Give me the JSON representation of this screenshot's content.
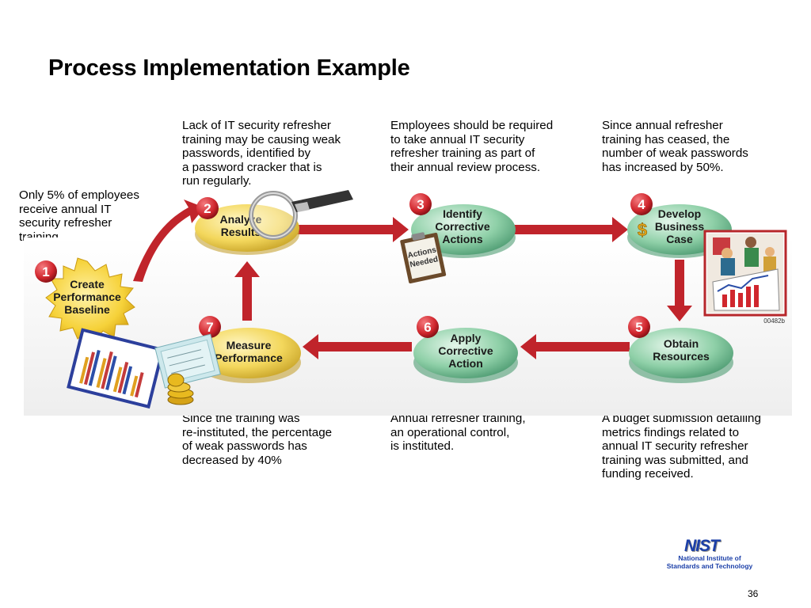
{
  "title": "Process Implementation Example",
  "notes": {
    "left": "Only 5% of employees\nreceive annual IT\nsecurity refresher\ntraining.",
    "top_1": "Lack of IT security refresher\ntraining may be causing weak\npasswords, identified by\na password cracker that is\nrun regularly.",
    "top_2": "Employees should be required\nto take annual IT security\nrefresher training as part of\ntheir annual review process.",
    "top_3": "Since annual refresher\ntraining has ceased, the\nnumber of weak passwords\nhas increased by 50%.",
    "bottom_1": "Since the training was\nre-instituted, the percentage\nof weak passwords has\ndecreased by 40%",
    "bottom_2": "Annual refresher training,\nan operational control,\nis instituted.",
    "bottom_3": "A budget submission detailing\nmetrics findings related to\nannual IT security refresher\ntraining was submitted, and\nfunding received."
  },
  "stages": {
    "s1": {
      "num": "1",
      "line1": "Create",
      "line2": "Performance",
      "line3": "Baseline"
    },
    "s2": {
      "num": "2",
      "line1": "Analyze",
      "line2": "Results"
    },
    "s3": {
      "num": "3",
      "line1": "Identify",
      "line2": "Corrective",
      "line3": "Actions"
    },
    "s4": {
      "num": "4",
      "line1": "Develop",
      "line2": "Business",
      "line3": "Case"
    },
    "s5": {
      "num": "5",
      "line1": "Obtain",
      "line2": "Resources"
    },
    "s6": {
      "num": "6",
      "line1": "Apply",
      "line2": "Corrective",
      "line3": "Action"
    },
    "s7": {
      "num": "7",
      "line1": "Measure",
      "line2": "Performance"
    }
  },
  "clipboard": {
    "line1": "Actions",
    "line2": "Needed"
  },
  "image_code": "00482b",
  "nist": {
    "logo": "NIST",
    "sub": "National Institute of\nStandards and Technology"
  },
  "page_number": "36",
  "colors": {
    "arrow": "#c0242b",
    "yellow_stage": "#f3d75c",
    "green_stage": "#8fd0a8",
    "badge": "#d0262d",
    "starburst": "#f6d23a",
    "nist_blue": "#1b3fa8"
  }
}
